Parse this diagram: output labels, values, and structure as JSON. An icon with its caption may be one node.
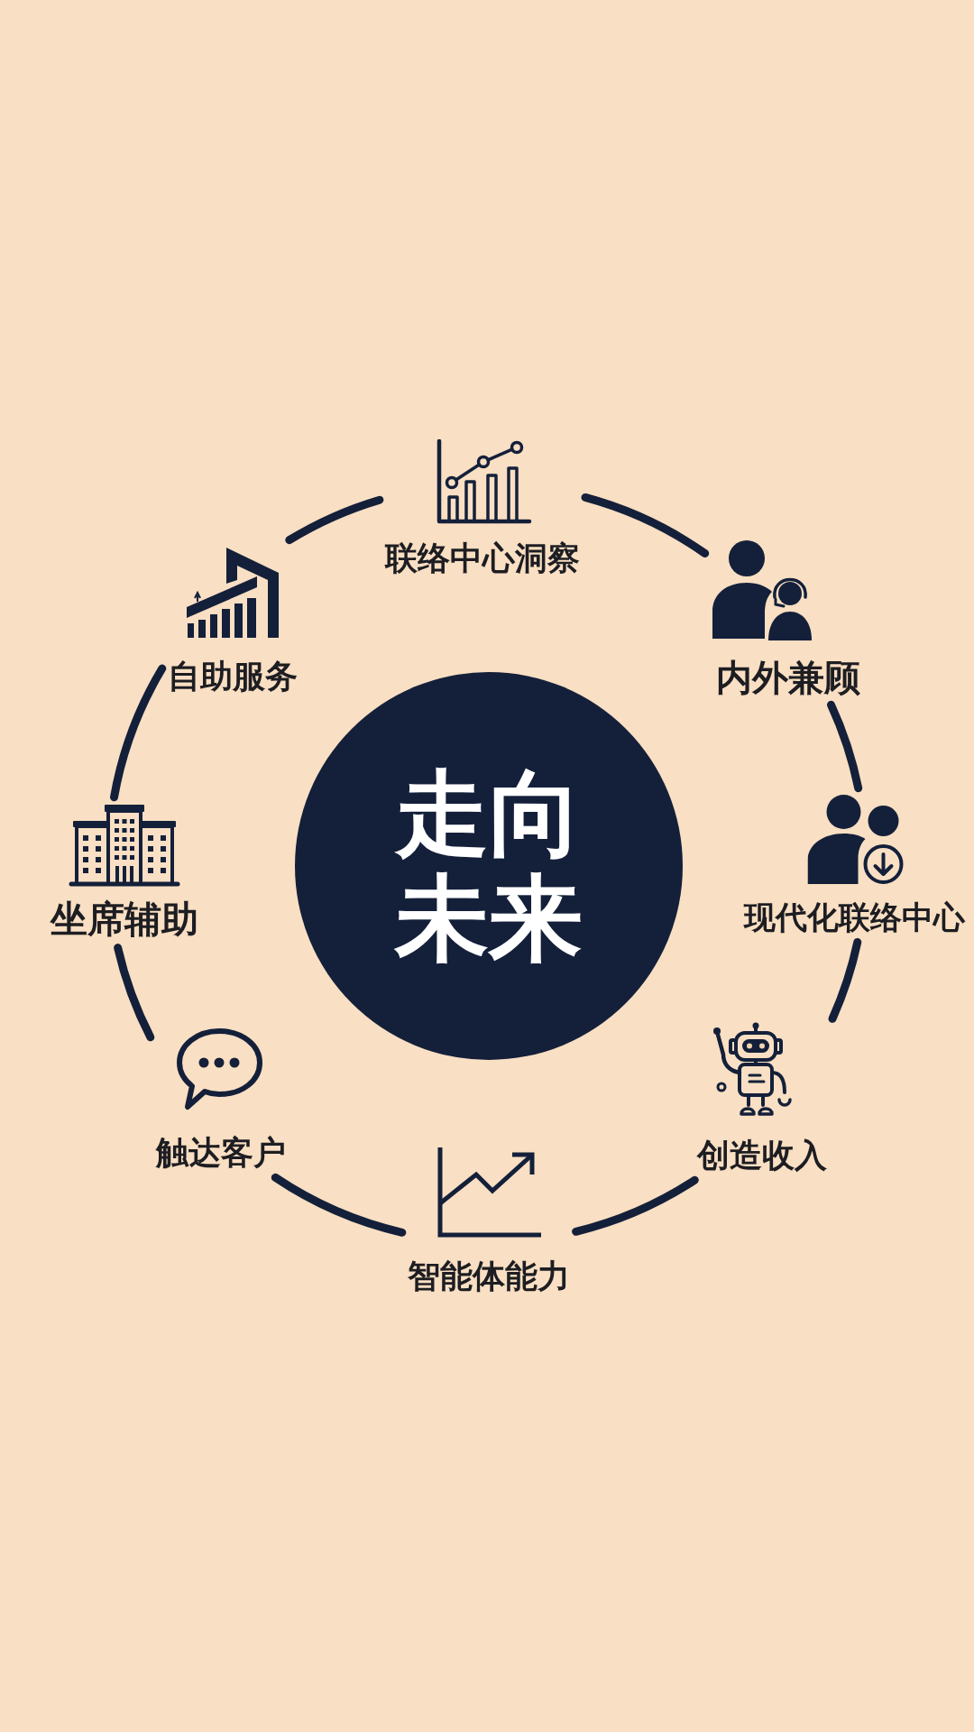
{
  "diagram": {
    "nodes": [
      {
        "text": [
          "走向未来"
        ]
      },
      {
        "text": [
          "联络中心洞察"
        ]
      },
      {
        "text": [
          "内外兼顾"
        ]
      },
      {
        "text": [
          "现代化联络中心"
        ]
      },
      {
        "text": [
          "创造收入"
        ]
      },
      {
        "text": [
          "智能体能力"
        ]
      },
      {
        "text": [
          "触达客户"
        ]
      },
      {
        "text": [
          "坐席辅助"
        ]
      },
      {
        "text": [
          "自助服务"
        ]
      }
    ],
    "edges": [
      {
        "from": 1,
        "to": 2,
        "arrow": "none"
      },
      {
        "from": 2,
        "to": 3,
        "arrow": "none"
      },
      {
        "from": 3,
        "to": 4,
        "arrow": "none"
      },
      {
        "from": 4,
        "to": 5,
        "arrow": "none"
      },
      {
        "from": 5,
        "to": 6,
        "arrow": "none"
      },
      {
        "from": 6,
        "to": 7,
        "arrow": "none"
      },
      {
        "from": 7,
        "to": 8,
        "arrow": "none"
      },
      {
        "from": 8,
        "to": 1,
        "arrow": "none"
      }
    ]
  }
}
